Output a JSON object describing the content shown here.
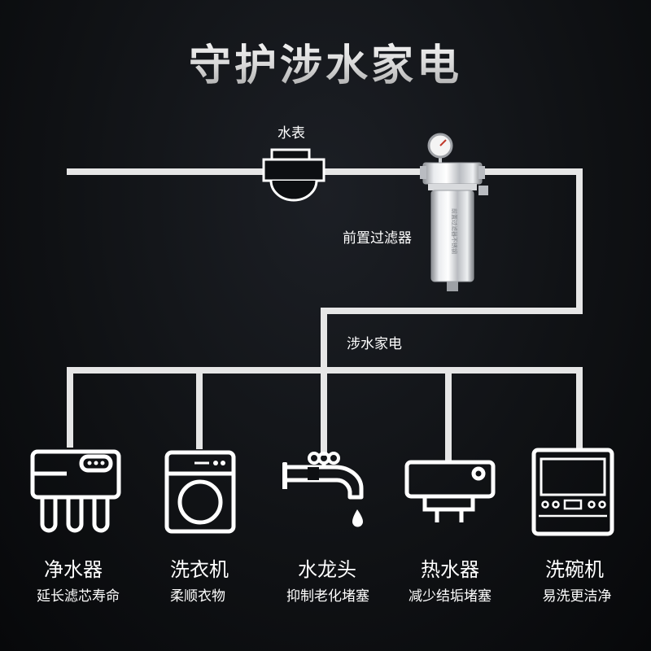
{
  "title": "守护涉水家电",
  "labels": {
    "meter": "水表",
    "filter": "前置过滤器",
    "branch": "涉水家电"
  },
  "filter_body_text": "前置过滤器不锈钢",
  "appliances": [
    {
      "name": "净水器",
      "desc": "延长滤芯寿命",
      "icon": "water-purifier-icon"
    },
    {
      "name": "洗衣机",
      "desc": "柔顺衣物",
      "icon": "washing-machine-icon"
    },
    {
      "name": "水龙头",
      "desc": "抑制老化堵塞",
      "icon": "faucet-icon"
    },
    {
      "name": "热水器",
      "desc": "减少结垢堵塞",
      "icon": "water-heater-icon"
    },
    {
      "name": "洗碗机",
      "desc": "易洗更洁净",
      "icon": "dishwasher-icon"
    }
  ],
  "colors": {
    "background": "#0d0f12",
    "pipe": "#e6e6e6",
    "icon_stroke": "#ffffff",
    "filter_steel": "#c9ccd0"
  }
}
